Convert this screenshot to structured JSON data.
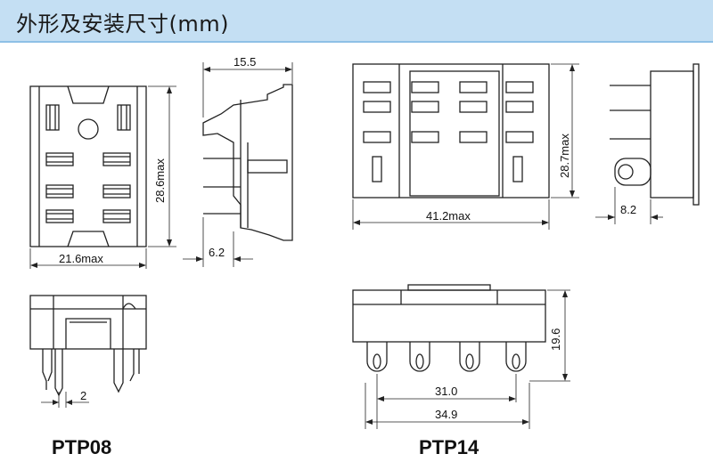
{
  "header": {
    "title": "外形及安装尺寸(mm)"
  },
  "ptp08": {
    "name": "PTP08",
    "dims": {
      "side_depth": "15.5",
      "height": "28.6max",
      "width": "21.6max",
      "pin_offset": "6.2",
      "pin_pitch": "2"
    }
  },
  "ptp14": {
    "name": "PTP14",
    "dims": {
      "height": "28.7max",
      "width": "41.2max",
      "pin_offset": "8.2",
      "side_height": "19.6",
      "pitch_inner": "31.0",
      "pitch_outer": "34.9"
    }
  }
}
